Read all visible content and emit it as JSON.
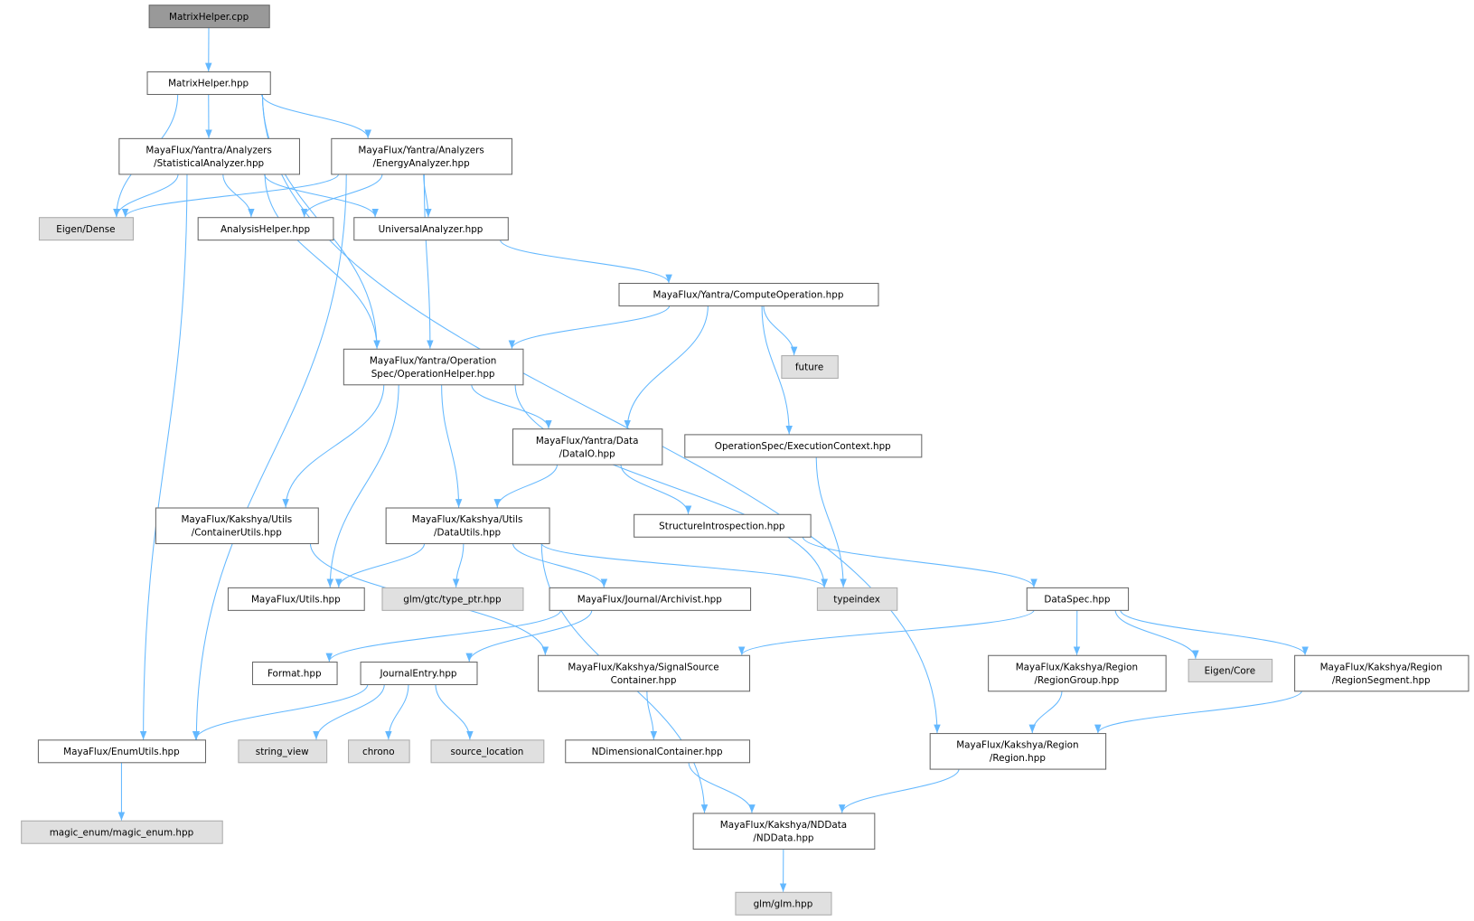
{
  "title": "MatrixHelper.cpp include dependency graph",
  "colors": {
    "edge": "#63b8ff",
    "root_fill": "#999999",
    "external_fill": "#e0e0e0",
    "node_border": "#666666"
  },
  "nodes": [
    {
      "id": "cpp",
      "lines": [
        "MatrixHelper.cpp"
      ],
      "kind": "root"
    },
    {
      "id": "mh",
      "lines": [
        "MatrixHelper.hpp"
      ],
      "kind": "file"
    },
    {
      "id": "stat",
      "lines": [
        "MayaFlux/Yantra/Analyzers",
        "/StatisticalAnalyzer.hpp"
      ],
      "kind": "file"
    },
    {
      "id": "energy",
      "lines": [
        "MayaFlux/Yantra/Analyzers",
        "/EnergyAnalyzer.hpp"
      ],
      "kind": "file"
    },
    {
      "id": "dense",
      "lines": [
        "Eigen/Dense"
      ],
      "kind": "external"
    },
    {
      "id": "ahelp",
      "lines": [
        "AnalysisHelper.hpp"
      ],
      "kind": "file"
    },
    {
      "id": "univ",
      "lines": [
        "UniversalAnalyzer.hpp"
      ],
      "kind": "file"
    },
    {
      "id": "compop",
      "lines": [
        "MayaFlux/Yantra/ComputeOperation.hpp"
      ],
      "kind": "file"
    },
    {
      "id": "ophelp",
      "lines": [
        "MayaFlux/Yantra/Operation",
        "Spec/OperationHelper.hpp"
      ],
      "kind": "file"
    },
    {
      "id": "future",
      "lines": [
        "future"
      ],
      "kind": "external"
    },
    {
      "id": "dataio",
      "lines": [
        "MayaFlux/Yantra/Data",
        "/DataIO.hpp"
      ],
      "kind": "file"
    },
    {
      "id": "exec",
      "lines": [
        "OperationSpec/ExecutionContext.hpp"
      ],
      "kind": "file"
    },
    {
      "id": "contu",
      "lines": [
        "MayaFlux/Kakshya/Utils",
        "/ContainerUtils.hpp"
      ],
      "kind": "file"
    },
    {
      "id": "datau",
      "lines": [
        "MayaFlux/Kakshya/Utils",
        "/DataUtils.hpp"
      ],
      "kind": "file"
    },
    {
      "id": "struct",
      "lines": [
        "StructureIntrospection.hpp"
      ],
      "kind": "file"
    },
    {
      "id": "utils",
      "lines": [
        "MayaFlux/Utils.hpp"
      ],
      "kind": "file"
    },
    {
      "id": "typeptr",
      "lines": [
        "glm/gtc/type_ptr.hpp"
      ],
      "kind": "external"
    },
    {
      "id": "arch",
      "lines": [
        "MayaFlux/Journal/Archivist.hpp"
      ],
      "kind": "file"
    },
    {
      "id": "typeindex",
      "lines": [
        "typeindex"
      ],
      "kind": "external"
    },
    {
      "id": "dataspec",
      "lines": [
        "DataSpec.hpp"
      ],
      "kind": "file"
    },
    {
      "id": "format",
      "lines": [
        "Format.hpp"
      ],
      "kind": "file"
    },
    {
      "id": "journal",
      "lines": [
        "JournalEntry.hpp"
      ],
      "kind": "file"
    },
    {
      "id": "ssc",
      "lines": [
        "MayaFlux/Kakshya/SignalSource",
        "Container.hpp"
      ],
      "kind": "file"
    },
    {
      "id": "rgroup",
      "lines": [
        "MayaFlux/Kakshya/Region",
        "/RegionGroup.hpp"
      ],
      "kind": "file"
    },
    {
      "id": "ecore",
      "lines": [
        "Eigen/Core"
      ],
      "kind": "external"
    },
    {
      "id": "rseg",
      "lines": [
        "MayaFlux/Kakshya/Region",
        "/RegionSegment.hpp"
      ],
      "kind": "file"
    },
    {
      "id": "enumu",
      "lines": [
        "MayaFlux/EnumUtils.hpp"
      ],
      "kind": "file"
    },
    {
      "id": "sview",
      "lines": [
        "string_view"
      ],
      "kind": "external"
    },
    {
      "id": "chrono",
      "lines": [
        "chrono"
      ],
      "kind": "external"
    },
    {
      "id": "srcloc",
      "lines": [
        "source_location"
      ],
      "kind": "external"
    },
    {
      "id": "ndc",
      "lines": [
        "NDimensionalContainer.hpp"
      ],
      "kind": "file"
    },
    {
      "id": "region",
      "lines": [
        "MayaFlux/Kakshya/Region",
        "/Region.hpp"
      ],
      "kind": "file"
    },
    {
      "id": "magic",
      "lines": [
        "magic_enum/magic_enum.hpp"
      ],
      "kind": "external"
    },
    {
      "id": "nddata",
      "lines": [
        "MayaFlux/Kakshya/NDData",
        "/NDData.hpp"
      ],
      "kind": "file"
    },
    {
      "id": "glm",
      "lines": [
        "glm/glm.hpp"
      ],
      "kind": "external"
    }
  ],
  "edges": [
    [
      "cpp",
      "mh"
    ],
    [
      "mh",
      "stat"
    ],
    [
      "mh",
      "energy"
    ],
    [
      "mh",
      "dense"
    ],
    [
      "mh",
      "ophelp"
    ],
    [
      "mh",
      "region"
    ],
    [
      "stat",
      "dense"
    ],
    [
      "stat",
      "ahelp"
    ],
    [
      "stat",
      "univ"
    ],
    [
      "stat",
      "ophelp"
    ],
    [
      "stat",
      "enumu"
    ],
    [
      "energy",
      "dense"
    ],
    [
      "energy",
      "ahelp"
    ],
    [
      "energy",
      "univ"
    ],
    [
      "energy",
      "ophelp"
    ],
    [
      "energy",
      "enumu"
    ],
    [
      "univ",
      "compop"
    ],
    [
      "compop",
      "ophelp"
    ],
    [
      "compop",
      "future"
    ],
    [
      "compop",
      "dataio"
    ],
    [
      "compop",
      "exec"
    ],
    [
      "ophelp",
      "dataio"
    ],
    [
      "ophelp",
      "contu"
    ],
    [
      "ophelp",
      "datau"
    ],
    [
      "ophelp",
      "utils"
    ],
    [
      "ophelp",
      "typeindex"
    ],
    [
      "dataio",
      "datau"
    ],
    [
      "dataio",
      "struct"
    ],
    [
      "exec",
      "typeindex"
    ],
    [
      "contu",
      "ssc"
    ],
    [
      "datau",
      "utils"
    ],
    [
      "datau",
      "typeptr"
    ],
    [
      "datau",
      "arch"
    ],
    [
      "datau",
      "typeindex"
    ],
    [
      "datau",
      "nddata"
    ],
    [
      "struct",
      "dataspec"
    ],
    [
      "arch",
      "format"
    ],
    [
      "arch",
      "journal"
    ],
    [
      "dataspec",
      "ssc"
    ],
    [
      "dataspec",
      "rgroup"
    ],
    [
      "dataspec",
      "ecore"
    ],
    [
      "dataspec",
      "rseg"
    ],
    [
      "journal",
      "enumu"
    ],
    [
      "journal",
      "sview"
    ],
    [
      "journal",
      "chrono"
    ],
    [
      "journal",
      "srcloc"
    ],
    [
      "ssc",
      "ndc"
    ],
    [
      "rgroup",
      "region"
    ],
    [
      "rseg",
      "region"
    ],
    [
      "enumu",
      "magic"
    ],
    [
      "ndc",
      "nddata"
    ],
    [
      "region",
      "nddata"
    ],
    [
      "nddata",
      "glm"
    ]
  ]
}
